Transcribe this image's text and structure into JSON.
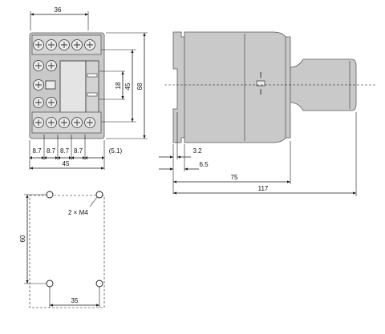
{
  "front_view": {
    "width_top": "36",
    "pitch_1": "8.7",
    "pitch_2": "8.7",
    "pitch_3": "8.7",
    "pitch_4": "8.7",
    "pitch_end": "(5.1)",
    "width_total": "45",
    "height_inner": "18",
    "height_mid": "45",
    "height_total": "68"
  },
  "side_view": {
    "rail_offset": "3.2",
    "rail_depth": "6.5",
    "depth_body": "75",
    "depth_total": "117"
  },
  "mounting": {
    "hole_callout": "2 × M4",
    "vertical_spacing": "60",
    "horizontal_spacing": "35"
  }
}
